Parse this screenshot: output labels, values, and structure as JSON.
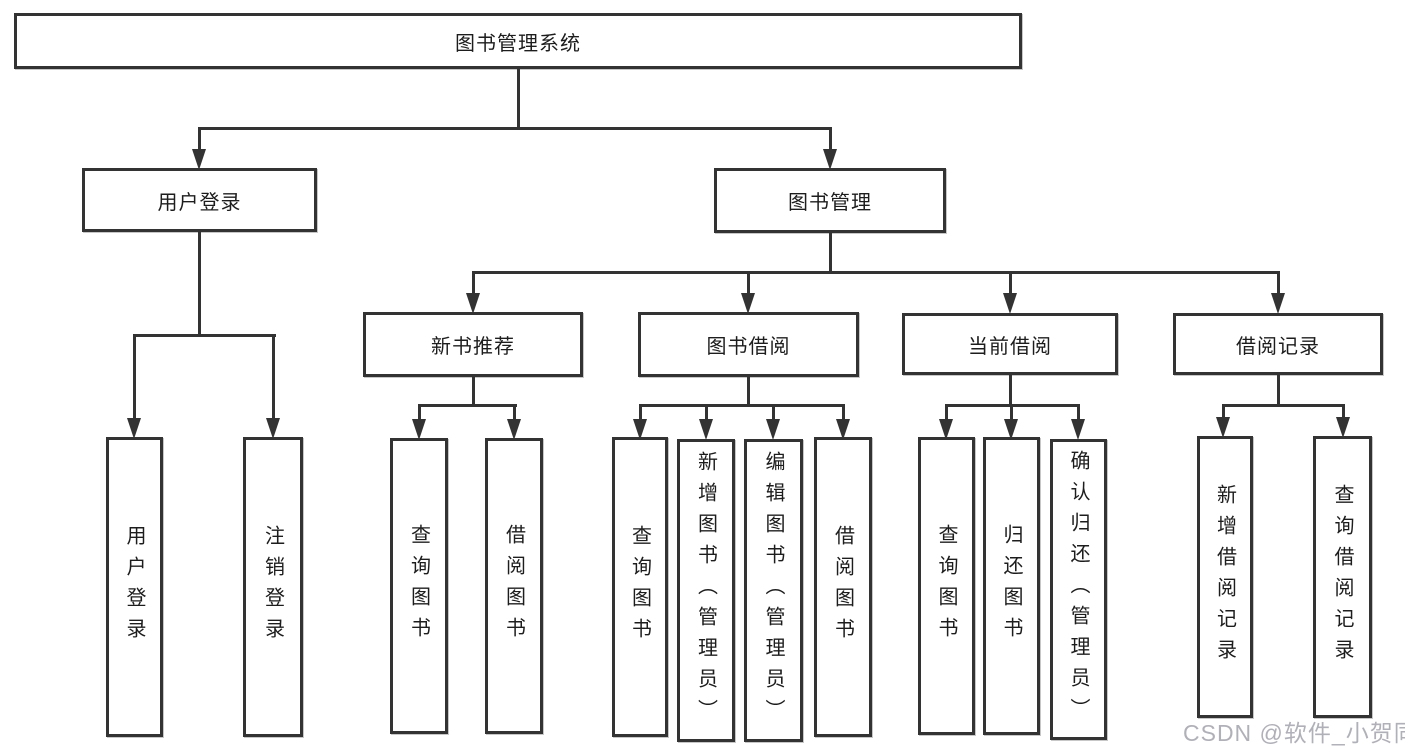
{
  "diagram": {
    "root": {
      "label": "图书管理系统"
    },
    "branches": [
      {
        "label": "用户登录",
        "children": [
          {
            "label": "用户登录"
          },
          {
            "label": "注销登录"
          }
        ]
      },
      {
        "label": "图书管理",
        "children": [
          {
            "label": "新书推荐",
            "children": [
              {
                "label": "查询图书"
              },
              {
                "label": "借阅图书"
              }
            ]
          },
          {
            "label": "图书借阅",
            "children": [
              {
                "label": "查询图书"
              },
              {
                "label": "新增图书（管理员）"
              },
              {
                "label": "编辑图书（管理员）"
              },
              {
                "label": "借阅图书"
              }
            ]
          },
          {
            "label": "当前借阅",
            "children": [
              {
                "label": "查询图书"
              },
              {
                "label": "归还图书"
              },
              {
                "label": "确认归还（管理员）"
              }
            ]
          },
          {
            "label": "借阅记录",
            "children": [
              {
                "label": "新增借阅记录"
              },
              {
                "label": "查询借阅记录"
              }
            ]
          }
        ]
      }
    ]
  },
  "watermark": {
    "text": "CSDN @软件_小贺同学"
  },
  "colors": {
    "line": "#333333",
    "box_border": "#333333",
    "box_bg": "#ffffff",
    "text": "#1d1d1d",
    "watermark": "#acacb4"
  }
}
